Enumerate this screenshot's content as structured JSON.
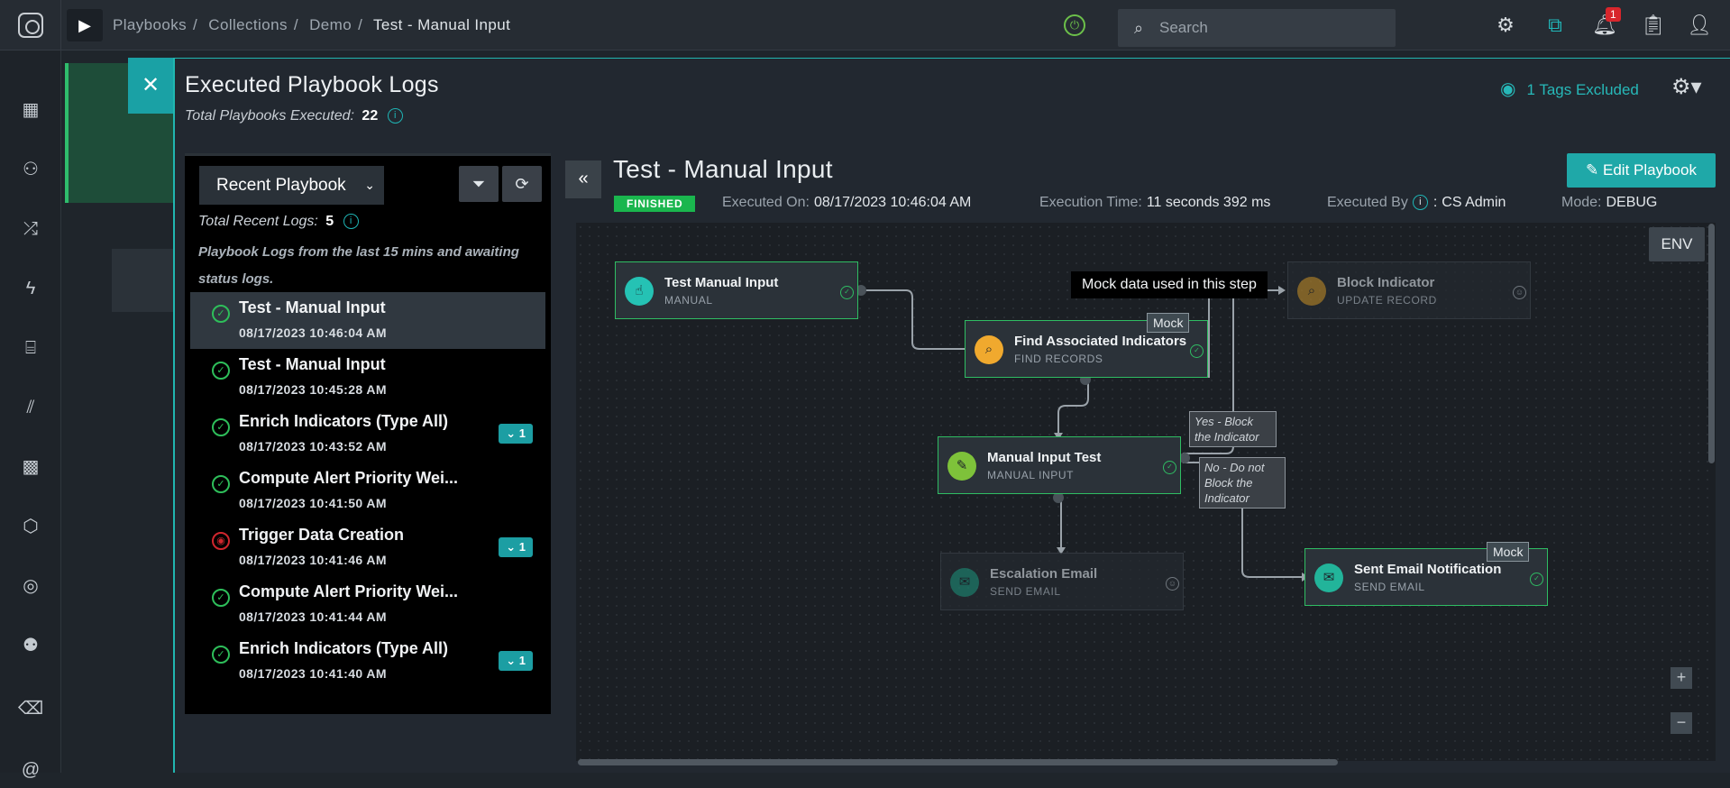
{
  "topbar": {
    "breadcrumbs": [
      "Playbooks",
      "Collections",
      "Demo"
    ],
    "current": "Test - Manual Input",
    "search_placeholder": "Search",
    "notification_count": "1"
  },
  "panel": {
    "title": "Executed Playbook Logs",
    "total_label": "Total Playbooks Executed:",
    "total_value": "22",
    "tags_excluded": "1 Tags Excluded"
  },
  "recent": {
    "selector": "Recent Playbook",
    "total_label": "Total Recent Logs:",
    "total_value": "5",
    "note": "Playbook Logs from the last 15 mins and awaiting status logs.",
    "items": [
      {
        "name": "Test - Manual Input",
        "date": "08/17/2023 10:46:04 AM",
        "count": ""
      },
      {
        "name": "Test - Manual Input",
        "date": "08/17/2023 10:45:28 AM",
        "count": ""
      },
      {
        "name": "Enrich Indicators (Type All)",
        "date": "08/17/2023 10:43:52 AM",
        "count": "1"
      },
      {
        "name": "Compute Alert Priority Wei...",
        "date": "08/17/2023 10:41:50 AM",
        "count": ""
      },
      {
        "name": "Trigger Data Creation",
        "date": "08/17/2023 10:41:46 AM",
        "count": "1"
      },
      {
        "name": "Compute Alert Priority Wei...",
        "date": "08/17/2023 10:41:44 AM",
        "count": ""
      },
      {
        "name": "Enrich Indicators (Type All)",
        "date": "08/17/2023 10:41:40 AM",
        "count": "1"
      }
    ]
  },
  "detail": {
    "title": "Test - Manual Input",
    "status": "FINISHED",
    "executed_on_label": "Executed On:",
    "executed_on": "08/17/2023 10:46:04 AM",
    "exec_time_label": "Execution Time:",
    "exec_time": "11 seconds 392 ms",
    "executed_by_label": "Executed By",
    "executed_by": "CS Admin",
    "mode_label": "Mode:",
    "mode": "DEBUG",
    "edit_button": "Edit Playbook",
    "env_button": "ENV"
  },
  "graph": {
    "tooltip": "Mock data used in this step",
    "mock_label": "Mock",
    "nodes": [
      {
        "title": "Test Manual Input",
        "sub": "MANUAL"
      },
      {
        "title": "Find Associated Indicators",
        "sub": "FIND RECORDS"
      },
      {
        "title": "Block Indicator",
        "sub": "UPDATE RECORD"
      },
      {
        "title": "Manual Input Test",
        "sub": "MANUAL INPUT"
      },
      {
        "title": "Escalation Email",
        "sub": "SEND EMAIL"
      },
      {
        "title": "Sent Email Notification",
        "sub": "SEND EMAIL"
      }
    ],
    "edge_labels": [
      "Yes - Block the Indicator",
      "No - Do not Block the Indicator"
    ]
  }
}
